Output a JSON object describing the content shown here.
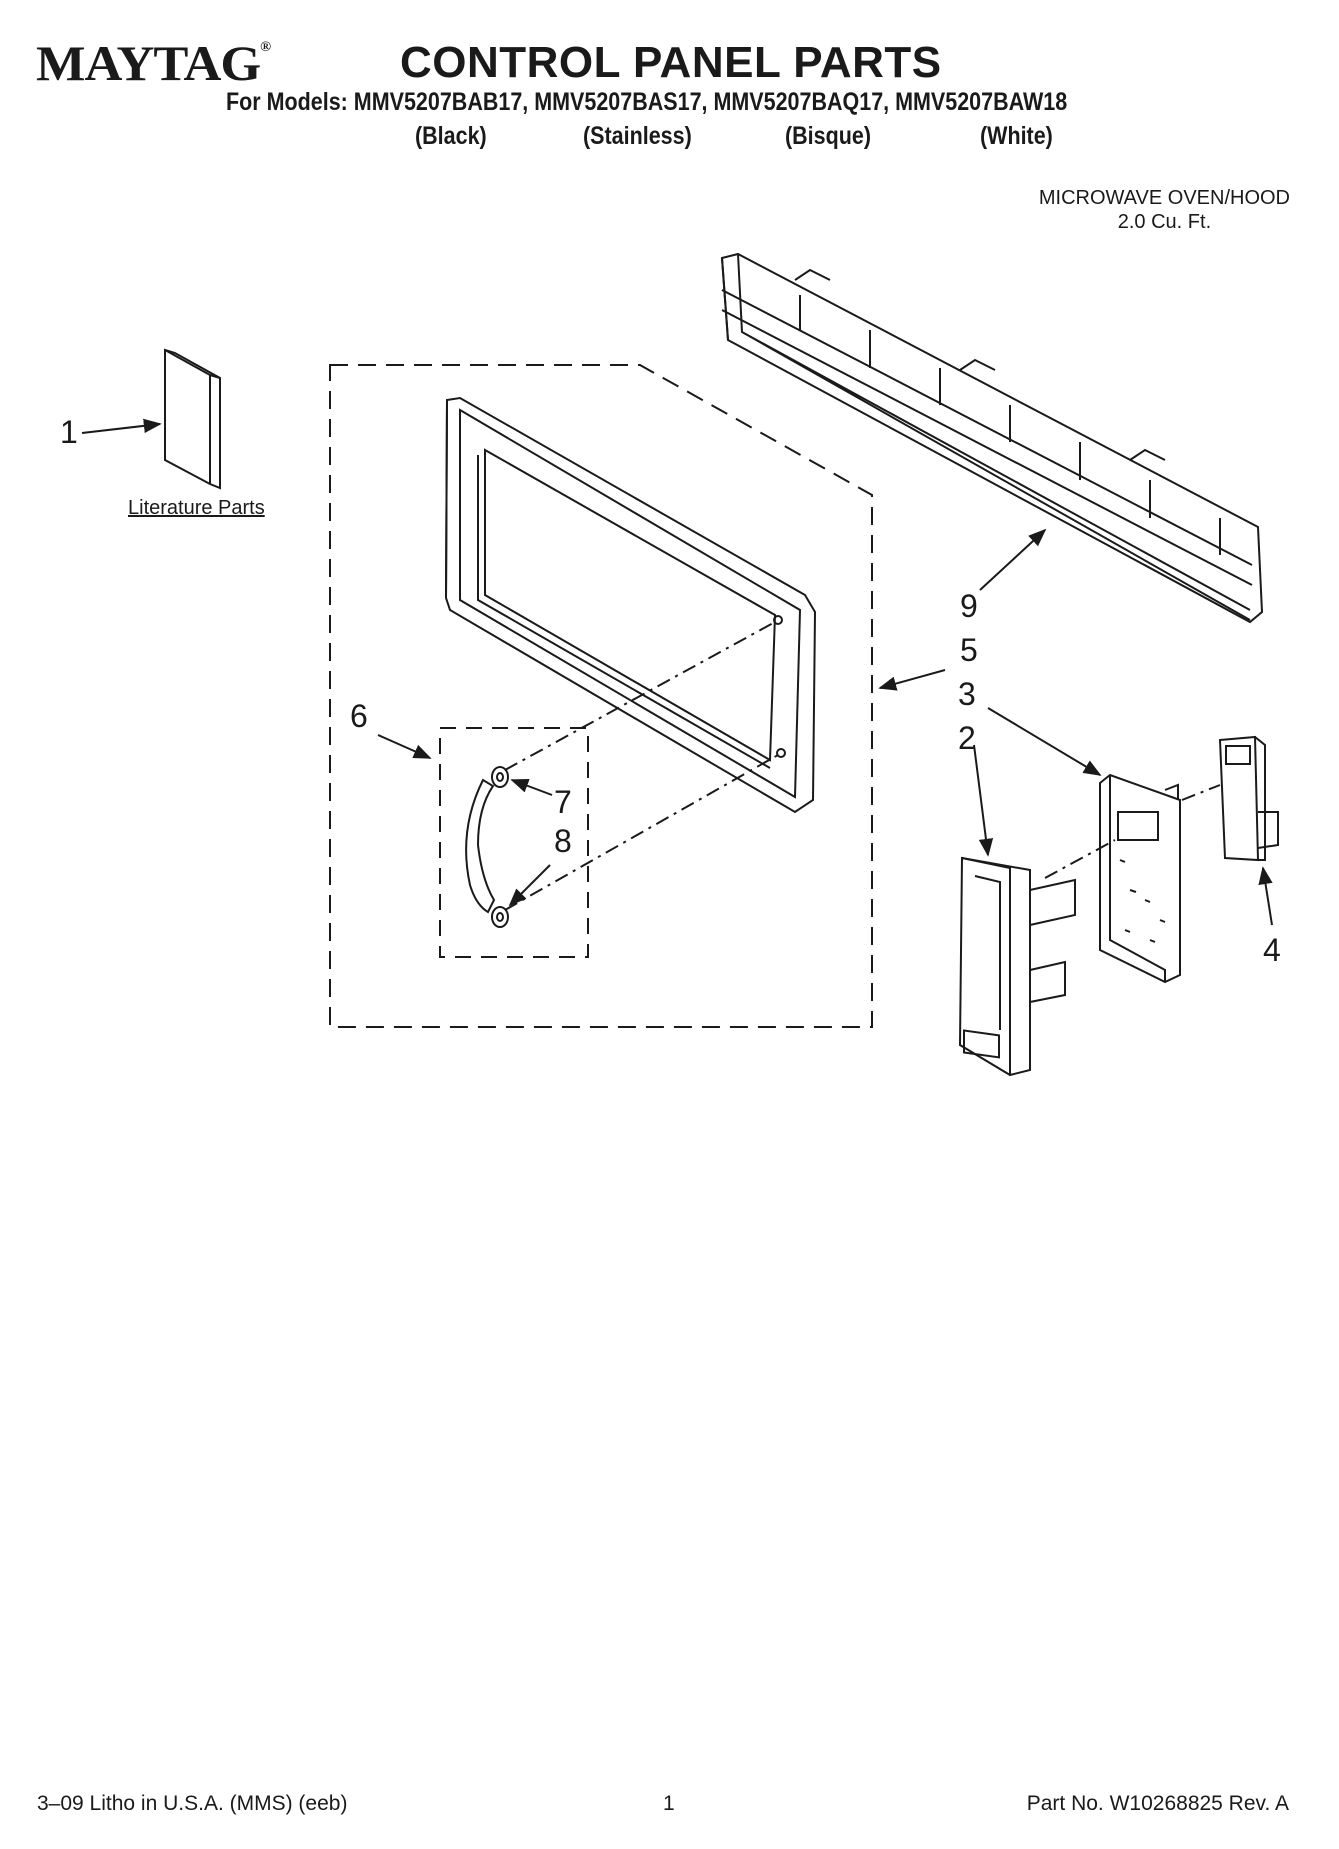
{
  "header": {
    "brand": "MAYTAG",
    "brand_mark": "®",
    "title": "CONTROL PANEL PARTS",
    "models": "For Models: MMV5207BAB17, MMV5207BAS17, MMV5207BAQ17, MMV5207BAW18",
    "finishes": [
      "(Black)",
      "(Stainless)",
      "(Bisque)",
      "(White)"
    ],
    "product_line1": "MICROWAVE OVEN/HOOD",
    "product_line2": "2.0 Cu. Ft."
  },
  "diagram": {
    "literature_label": "Literature Parts",
    "callouts": [
      "1",
      "2",
      "3",
      "4",
      "5",
      "6",
      "7",
      "8",
      "9"
    ]
  },
  "footer": {
    "left": "3–09 Litho in U.S.A. (MMS) (eeb)",
    "page": "1",
    "part_no": "Part No. W10268825 Rev. A"
  },
  "colors": {
    "ink": "#1a1a1a",
    "paper": "#ffffff"
  }
}
